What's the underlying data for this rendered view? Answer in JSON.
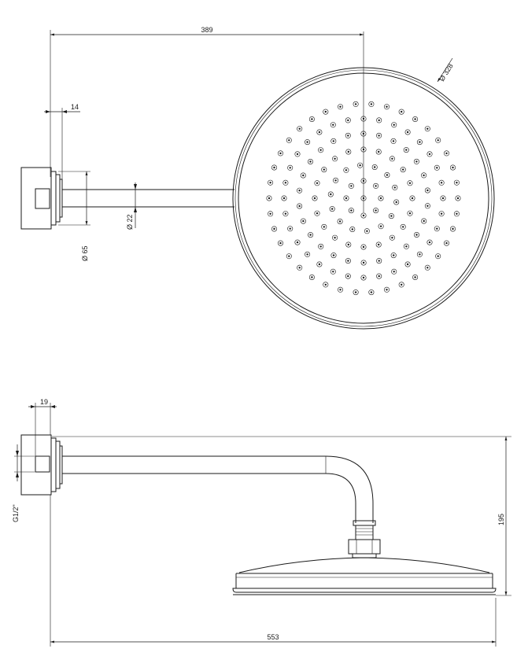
{
  "dimensions": {
    "arm_length": "389",
    "head_diameter": "Ø 328",
    "flange_offset": "14",
    "arm_diameter": "Ø 22",
    "flange_diameter": "Ø 65",
    "wall_offset": "19",
    "thread": "G1/2\"",
    "height": "195",
    "total_length": "553"
  }
}
